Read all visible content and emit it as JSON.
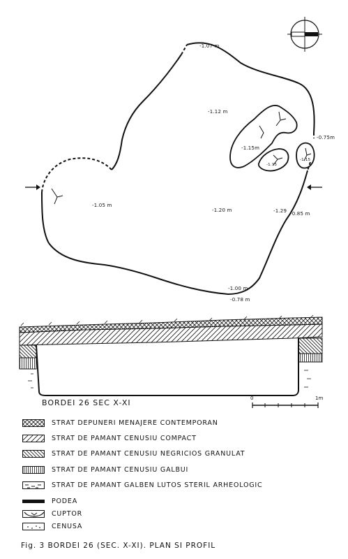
{
  "plan_labels": {
    "depth_107": "-1.07 m",
    "depth_112": "-1.12 m",
    "depth_115a": "-1.15m",
    "depth_115b": "-1.15",
    "depth_115c": "-1.15",
    "depth_075": "-0.75m",
    "depth_105": "-1.05 m",
    "depth_120": "-1.20 m",
    "depth_129": "-1.29",
    "depth_085": "-0.85 m",
    "depth_100": "-1.00 m",
    "depth_078": "-0.78 m"
  },
  "section_title": "BORDEI  26   SEC X-XI",
  "scale": {
    "start": "0",
    "end": "1m"
  },
  "legend": [
    {
      "pattern": "crosshatch",
      "label": "STRAT DEPUNERI MENAJERE CONTEMPORAN"
    },
    {
      "pattern": "diagonal",
      "label": "STRAT DE PAMANT CENUSIU COMPACT"
    },
    {
      "pattern": "backdiagonal",
      "label": "STRAT DE PAMANT CENUSIU NEGRICIOS GRANULAT"
    },
    {
      "pattern": "vertical",
      "label": "STRAT DE PAMANT CENUSIU GALBUI"
    },
    {
      "pattern": "dashed",
      "label": "STRAT DE PAMANT GALBEN LUTOS STERIL ARHEOLOGIC"
    },
    {
      "pattern": "podea",
      "label": "PODEA"
    },
    {
      "pattern": "cuptor",
      "label": "CUPTOR"
    },
    {
      "pattern": "cenusa",
      "label": "CENUSA"
    }
  ],
  "caption": "Fig. 3  BORDEI  26  (SEC. X-XI).  PLAN  SI  PROFIL",
  "colors": {
    "ink": "#111111",
    "paper": "#ffffff"
  },
  "icons": [
    "north-arrow-icon",
    "arrow-right-icon",
    "arrow-left-icon"
  ]
}
